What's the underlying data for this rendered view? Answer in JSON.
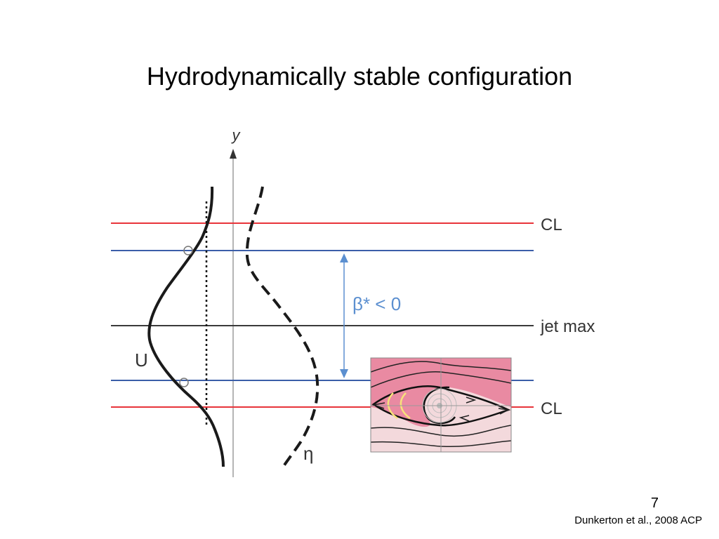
{
  "slide": {
    "title": "Hydrodynamically stable configuration",
    "page_number": "7",
    "citation": "Dunkerton et al., 2008 ACP"
  },
  "diagram": {
    "y_axis_label": "y",
    "line_labels": {
      "cl_top": "CL",
      "jet_max": "jet max",
      "cl_bottom": "CL"
    },
    "curve_labels": {
      "u": "U",
      "eta": "η"
    },
    "beta_label": "β* < 0",
    "colors": {
      "critical_line": "#e8343a",
      "blue_line": "#3b5ea8",
      "jet_line": "#3a3a3a",
      "beta_arrow": "#5b8fd0",
      "inset_pink": "#e98aa2",
      "inset_light": "#f3d9dc"
    }
  }
}
